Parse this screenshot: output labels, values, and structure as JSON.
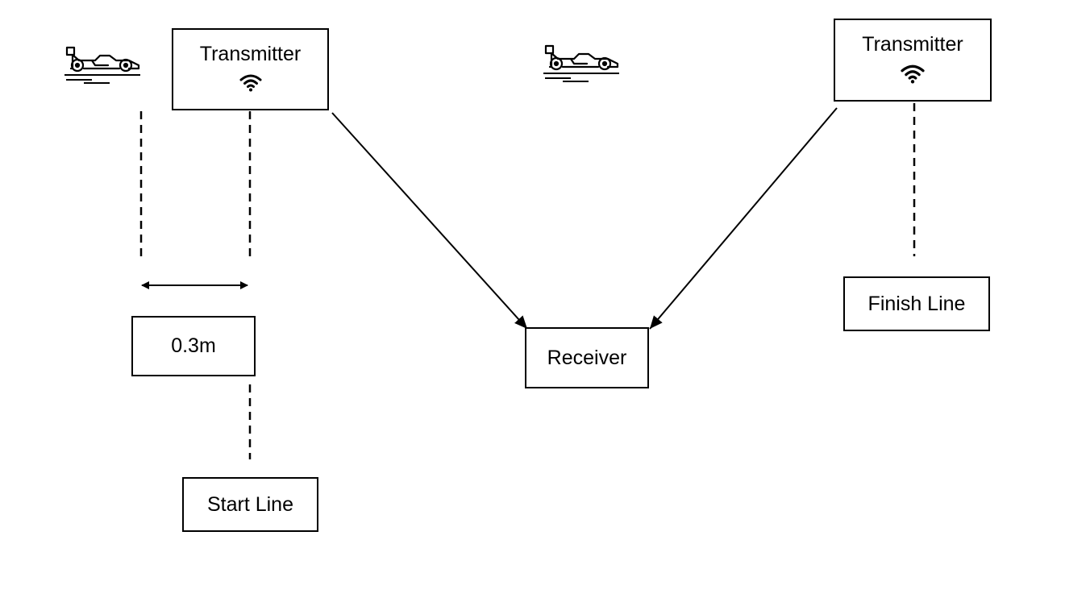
{
  "labels": {
    "transmitter_left": "Transmitter",
    "transmitter_right": "Transmitter",
    "distance": "0.3m",
    "receiver": "Receiver",
    "start_line": "Start Line",
    "finish_line": "Finish Line"
  },
  "icons": {
    "car": "race-car-icon",
    "wifi": "wifi-icon"
  },
  "colors": {
    "line": "#000000",
    "background": "#ffffff"
  }
}
